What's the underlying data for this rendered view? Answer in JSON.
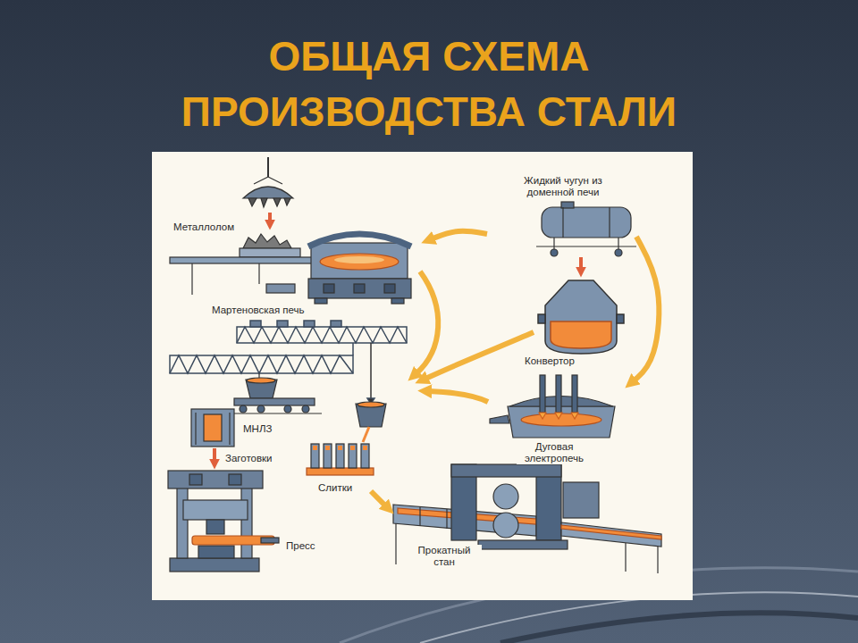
{
  "diagram": {
    "title": "ОБЩАЯ СХЕМА ПРОИЗВОДСТВА СТАЛИ",
    "nodes": [
      {
        "text": [
          "Металлолом"
        ]
      },
      {
        "text": [
          "Мартеновская печь"
        ]
      },
      {
        "text": [
          "Жидкий чугун из доменной печи"
        ]
      },
      {
        "text": [
          "Конвертор"
        ]
      },
      {
        "text": [
          "Дуговая электропечь"
        ]
      },
      {
        "text": [
          "МНЛЗ"
        ]
      },
      {
        "text": [
          "Слитки"
        ]
      },
      {
        "text": [
          "Пресс"
        ]
      },
      {
        "text": [
          "Прокатный стан"
        ]
      }
    ],
    "edges": [
      {
        "from": 2,
        "to": 1,
        "arrow": "to"
      },
      {
        "from": 2,
        "to": 3,
        "arrow": "to"
      },
      {
        "from": 2,
        "to": 4,
        "arrow": "to"
      },
      {
        "from": 5,
        "to": 7,
        "arrow": "to",
        "label": "Заготовки"
      },
      {
        "from": 6,
        "to": 8,
        "arrow": "to"
      }
    ]
  }
}
